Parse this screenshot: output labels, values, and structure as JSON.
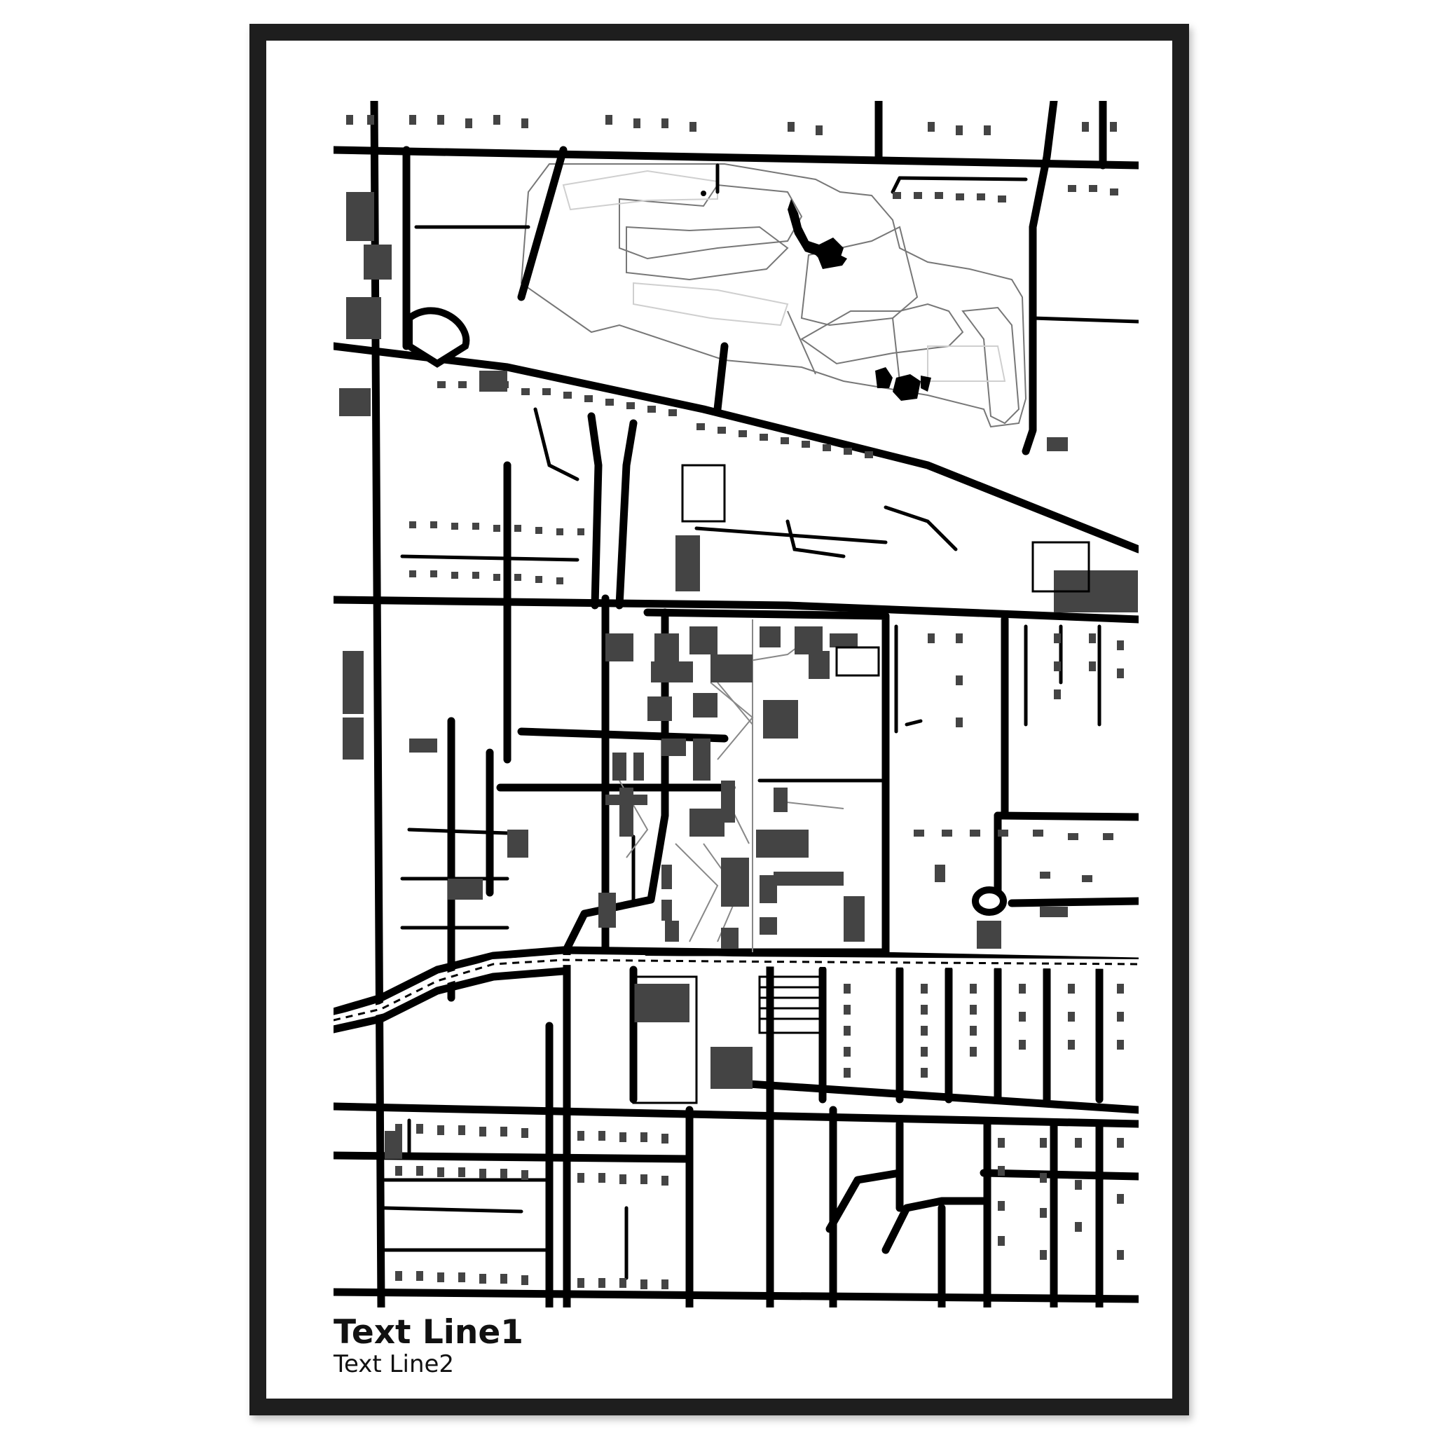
{
  "poster": {
    "title": "Text Line1",
    "subtitle": "Text Line2"
  },
  "colors": {
    "frame": "#1e1e1e",
    "mat": "#ffffff",
    "road": "#000000",
    "building": "#444444",
    "path": "#888888",
    "water": "#000000",
    "golf_outline": "#777777"
  },
  "map_features": {
    "golf_course": "golf-course",
    "railway": "dashed-railway-line",
    "water_bodies": 3,
    "campus": "central-campus-block",
    "roundabouts": 2
  }
}
